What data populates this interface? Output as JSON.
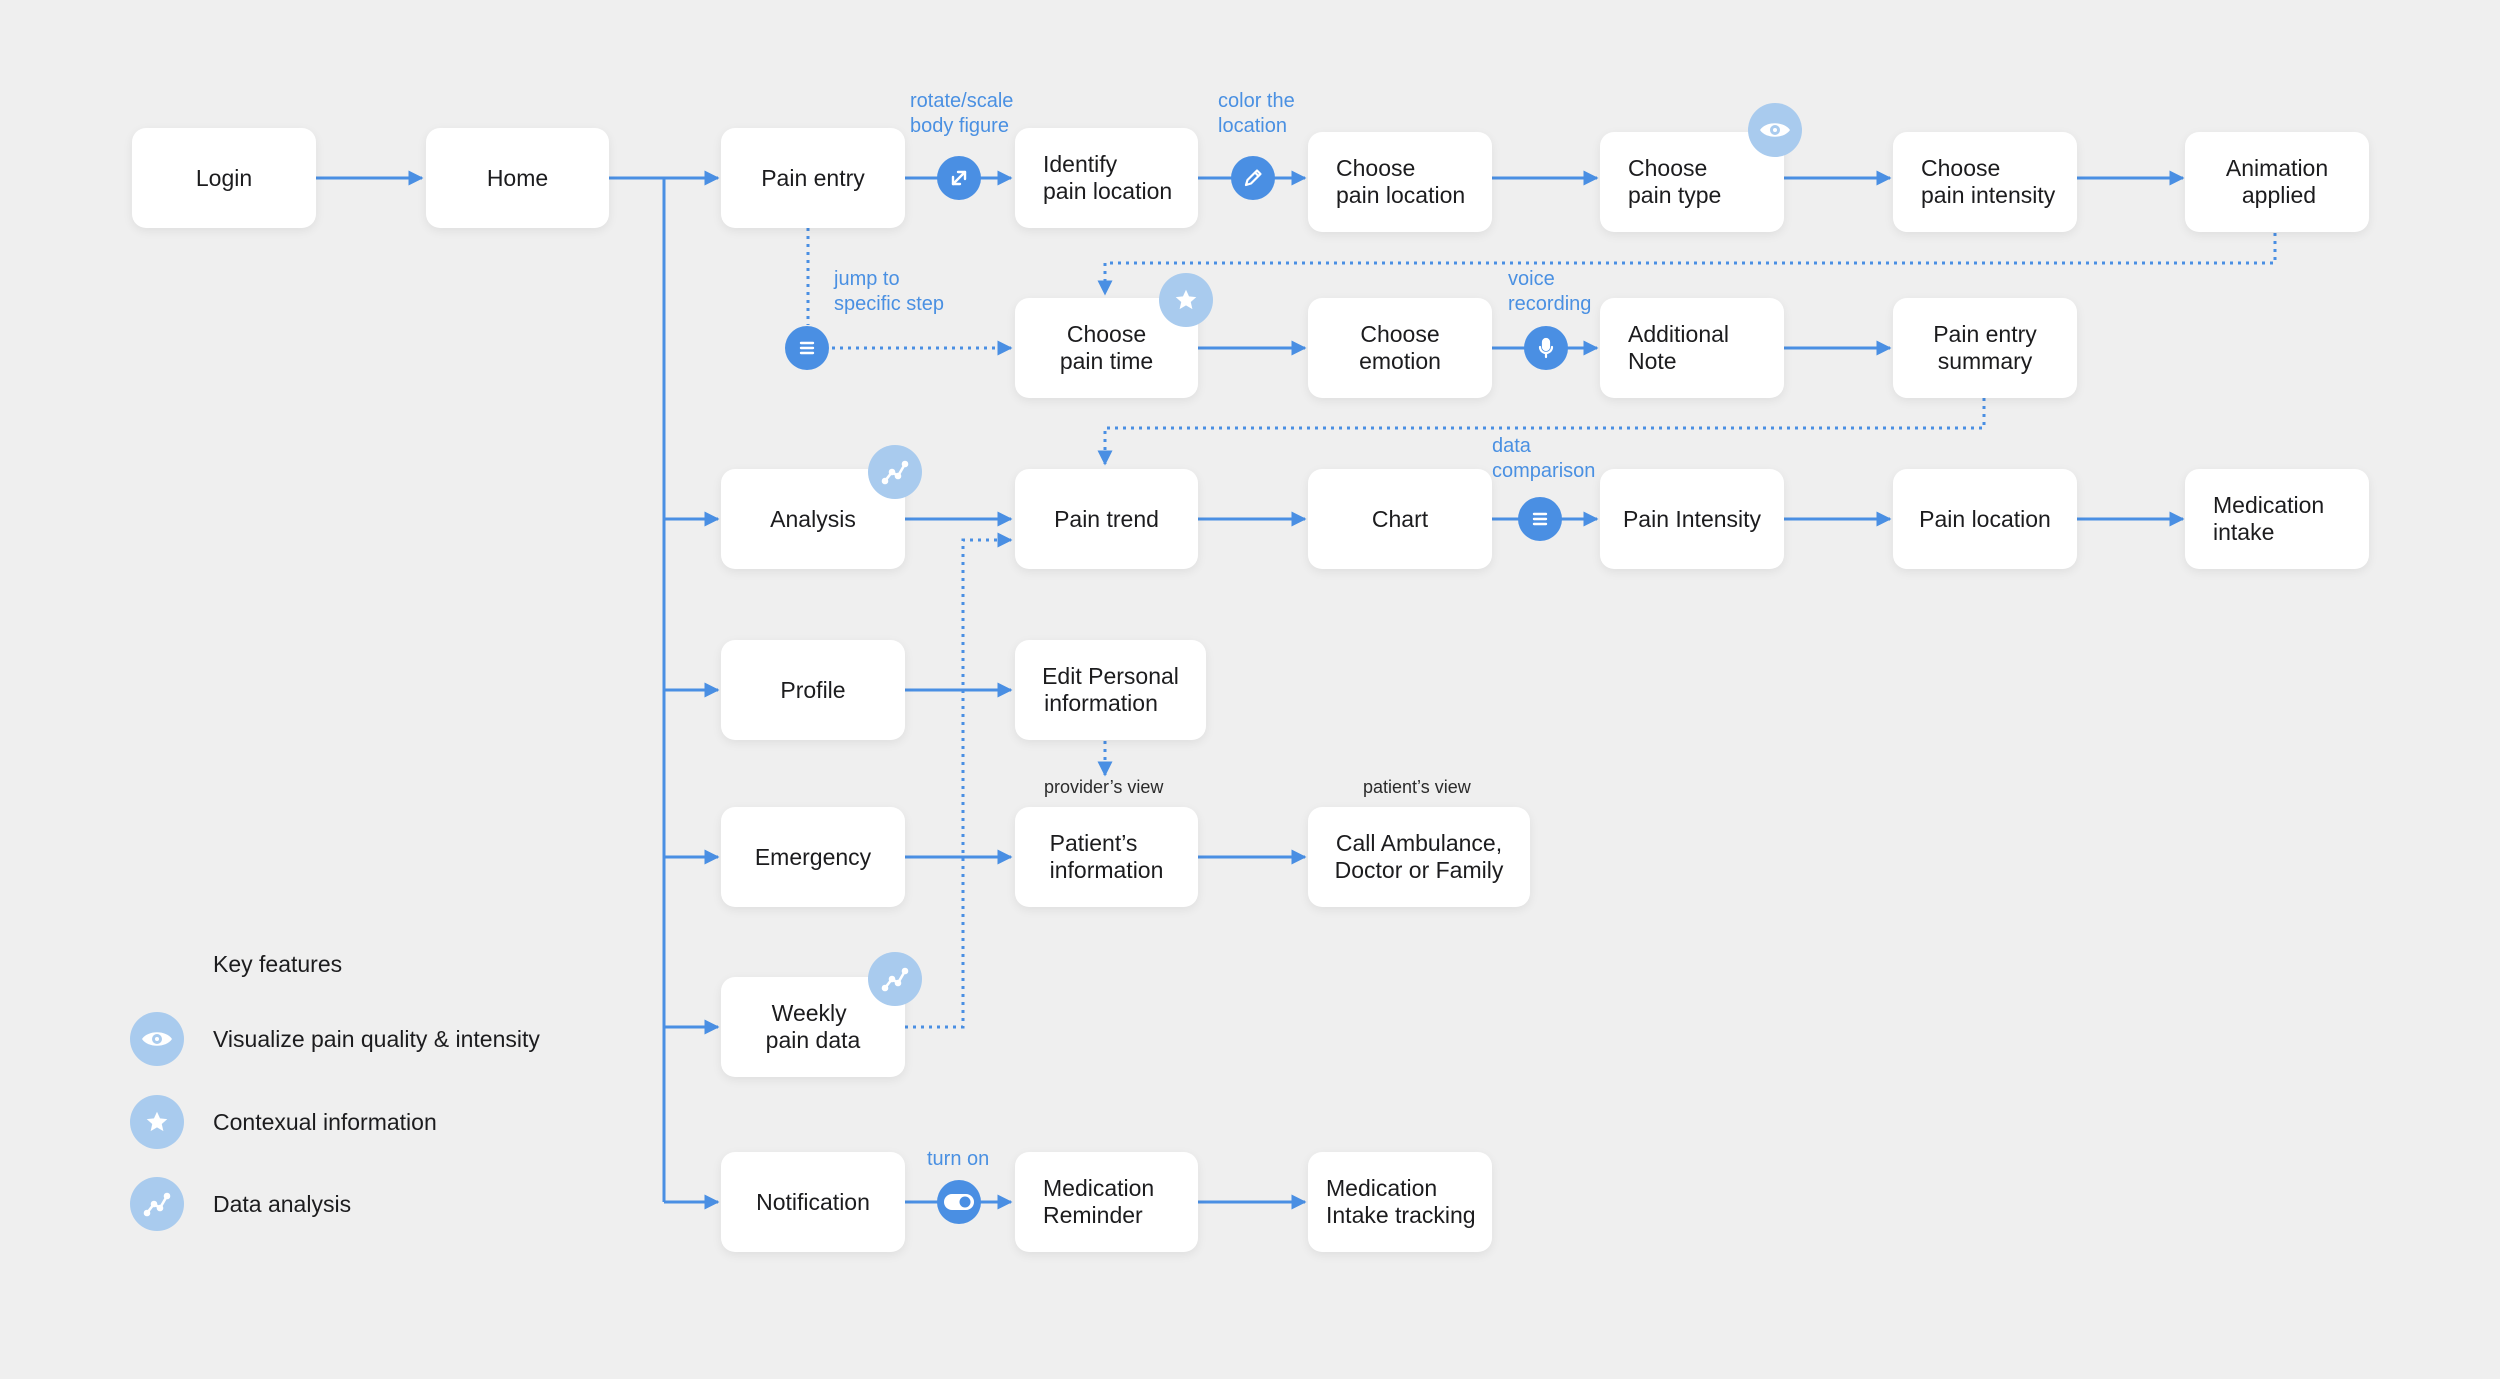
{
  "nodes": {
    "login": [
      "Login"
    ],
    "home": [
      "Home"
    ],
    "pain_entry": [
      "Pain entry"
    ],
    "identify_location": [
      "Identify",
      "pain location"
    ],
    "choose_location": [
      "Choose",
      "pain location"
    ],
    "choose_type": [
      "Choose",
      "pain type"
    ],
    "choose_intensity": [
      "Choose",
      "pain intensity"
    ],
    "animation": [
      "Animation",
      "applied"
    ],
    "choose_time": [
      "Choose",
      "pain time"
    ],
    "choose_emotion": [
      "Choose",
      "emotion"
    ],
    "additional_note": [
      "Additional",
      "Note"
    ],
    "entry_summary": [
      "Pain entry",
      "summary"
    ],
    "analysis": [
      "Analysis"
    ],
    "pain_trend": [
      "Pain trend"
    ],
    "chart": [
      "Chart"
    ],
    "pain_intensity": [
      "Pain Intensity"
    ],
    "pain_location": [
      "Pain location"
    ],
    "medication_intake": [
      "Medication",
      "intake"
    ],
    "profile": [
      "Profile"
    ],
    "edit_personal": [
      "Edit Personal",
      "information"
    ],
    "emergency": [
      "Emergency"
    ],
    "patient_info": [
      "Patient’s",
      "information"
    ],
    "call_ambulance": [
      "Call Ambulance,",
      "Doctor or Family"
    ],
    "weekly": [
      "Weekly",
      "pain data"
    ],
    "notification": [
      "Notification"
    ],
    "med_reminder": [
      "Medication",
      "Reminder"
    ],
    "med_tracking": [
      "Medication",
      "Intake tracking"
    ]
  },
  "annotations": {
    "rotate_scale": [
      "rotate/scale",
      "body figure"
    ],
    "color_location": [
      "color the",
      "location"
    ],
    "jump_step": [
      "jump to",
      "specific step"
    ],
    "voice_recording": [
      "voice",
      "recording"
    ],
    "data_comparison": [
      "data",
      "comparison"
    ],
    "providers_view": [
      "provider’s view"
    ],
    "patients_view": [
      "patient’s view"
    ],
    "turn_on": [
      "turn on"
    ]
  },
  "legend": {
    "title": "Key features",
    "items": [
      {
        "label": "Visualize pain quality & intensity",
        "icon": "eye-icon"
      },
      {
        "label": "Contexual information",
        "icon": "star-icon"
      },
      {
        "label": "Data analysis",
        "icon": "trend-icon"
      }
    ]
  },
  "colors": {
    "background": "#efefef",
    "node_fill": "#ffffff",
    "connector": "#4a8fe3",
    "badge_strong": "#4a8fe3",
    "badge_light": "#a9cbee",
    "annotation_text": "#4a90e2"
  }
}
